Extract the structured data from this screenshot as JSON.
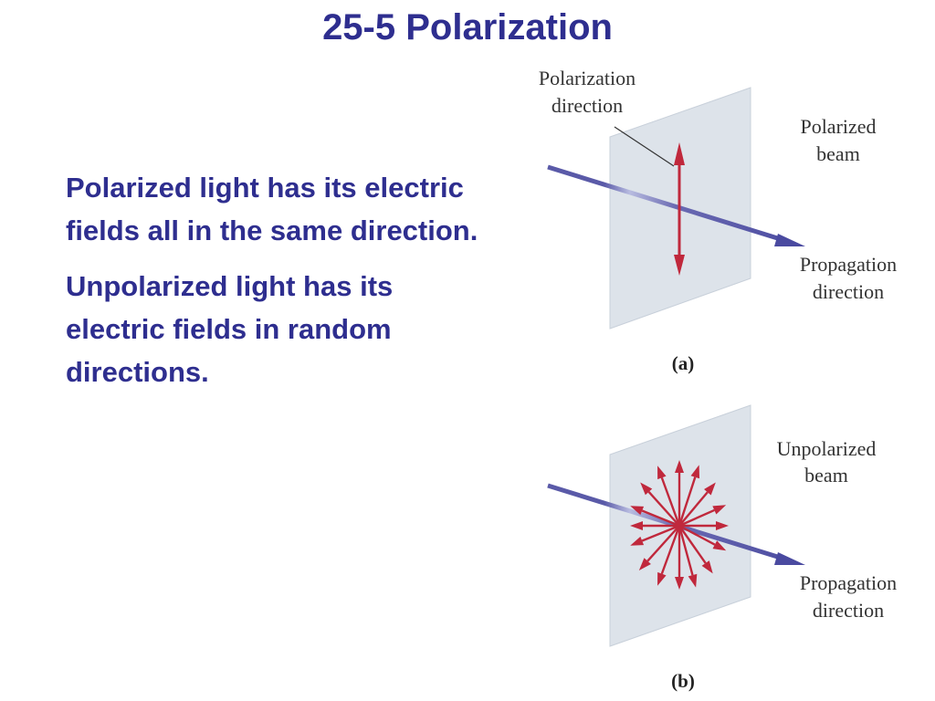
{
  "slide": {
    "title": "25-5 Polarization",
    "paragraphs": [
      "Polarized light has its electric fields all in the same direction.",
      "Unpolarized light has its electric fields in random directions."
    ]
  },
  "figure_a": {
    "label_polarization_line1": "Polarization",
    "label_polarization_line2": "direction",
    "label_beam_line1": "Polarized",
    "label_beam_line2": "beam",
    "label_propagation_line1": "Propagation",
    "label_propagation_line2": "direction",
    "caption": "(a)"
  },
  "figure_b": {
    "label_beam_line1": "Unpolarized",
    "label_beam_line2": "beam",
    "label_propagation_line1": "Propagation",
    "label_propagation_line2": "direction",
    "caption": "(b)"
  },
  "colors": {
    "title_text": "#2e2e8f",
    "beam": "#5a5aa8",
    "field_arrow": "#c0283c",
    "plane": "#dde3ea"
  }
}
